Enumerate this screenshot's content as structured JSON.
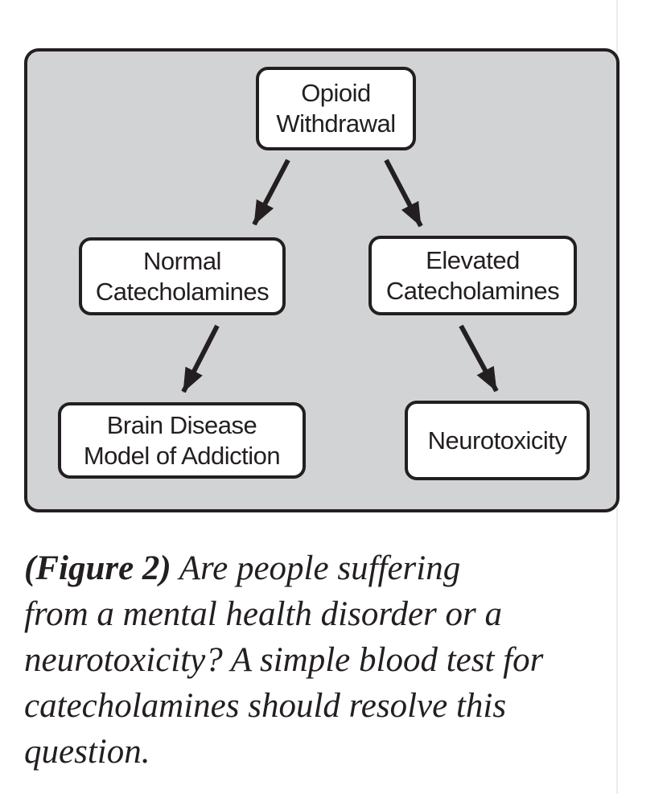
{
  "figure": {
    "type": "flowchart",
    "panel_shape": "rounded-rectangle",
    "nodes": [
      {
        "id": "opioid",
        "label_lines": [
          "Opioid",
          "Withdrawal"
        ]
      },
      {
        "id": "normal",
        "label_lines": [
          "Normal",
          "Catecholamines"
        ]
      },
      {
        "id": "elevated",
        "label_lines": [
          "Elevated",
          "Catecholamines"
        ]
      },
      {
        "id": "brain-disease",
        "label_lines": [
          "Brain Disease",
          "Model of Addiction"
        ]
      },
      {
        "id": "neurotoxicity",
        "label_lines": [
          "Neurotoxicity"
        ]
      }
    ],
    "edges": [
      {
        "from": "Opioid Withdrawal",
        "to": "Normal Catecholamines"
      },
      {
        "from": "Opioid Withdrawal",
        "to": "Elevated Catecholamines"
      },
      {
        "from": "Normal Catecholamines",
        "to": "Brain Disease Model of Addiction"
      },
      {
        "from": "Elevated Catecholamines",
        "to": "Neurotoxicity"
      }
    ]
  },
  "caption": {
    "figure_label": "(Figure 2)",
    "lines": [
      " Are people suffering",
      "from a mental health disorder or a",
      "neurotoxicity? A simple blood test for",
      "catecholamines should resolve this",
      "question."
    ]
  },
  "colors": {
    "panel_bg": "#d2d3d4",
    "stroke": "#231f20",
    "node_bg": "#ffffff",
    "text": "#231f20",
    "page_bg": "#ffffff",
    "edge_line": "#ececec"
  }
}
